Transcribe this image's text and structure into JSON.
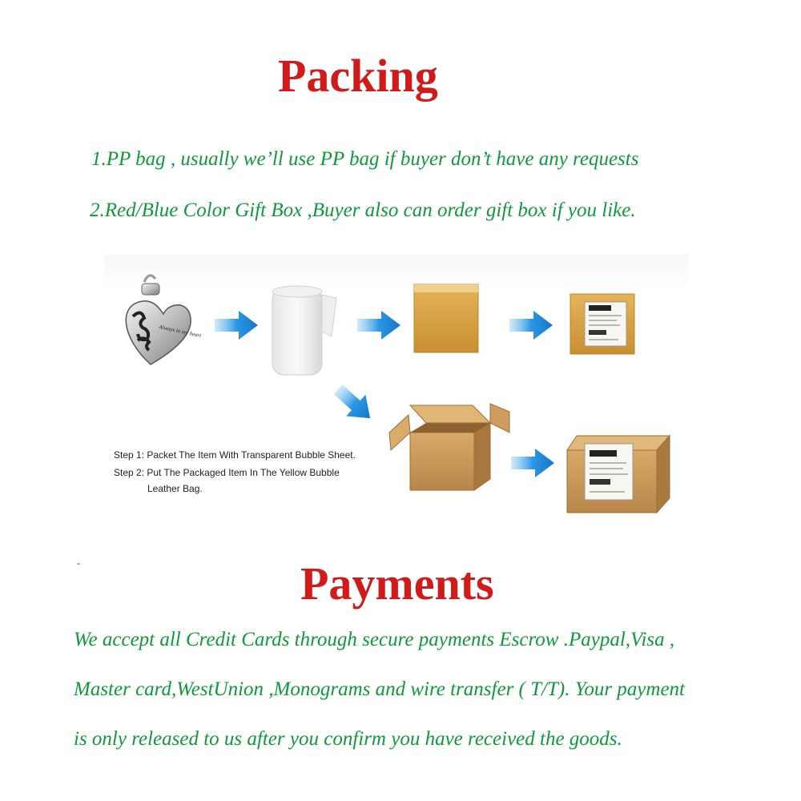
{
  "packing": {
    "title": "Packing",
    "lines": [
      "1.PP bag , usually we’ll use PP bag if buyer don’t have any requests",
      "2.Red/Blue Color Gift Box ,Buyer also can order gift box if you like."
    ]
  },
  "diagram": {
    "pendant_text": "Always in my heart",
    "step1": "Step 1: Packet The Item With Transparent Bubble Sheet.",
    "step2": "Step 2: Put The Packaged Item In The Yellow Bubble",
    "step2_cont": "Leather Bag.",
    "arrow_color": "#1f8fe0",
    "box_color": "#c99a5b"
  },
  "payments": {
    "title": "Payments",
    "lines": [
      "We accept all Credit Cards through secure payments Escrow .Paypal,Visa ,",
      "Master card,WestUnion ,Monograms and wire transfer ( T/T). Your payment",
      "is only released to us after you confirm you have received the goods."
    ]
  },
  "colors": {
    "heading": "#d11a1a",
    "body_text": "#0f9a3a"
  }
}
